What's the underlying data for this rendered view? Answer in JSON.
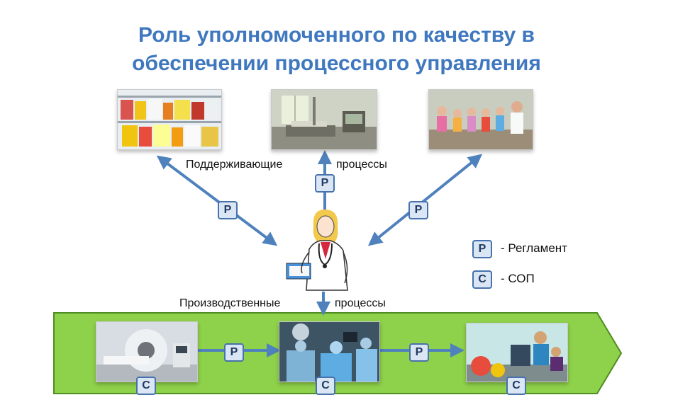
{
  "title": {
    "line1": "Роль уполномоченного по качеству в",
    "line2": "обеспечении процессного управления"
  },
  "labels": {
    "support_word1": "Поддерживающие",
    "support_word2": "процессы",
    "production_word1": "Производственные",
    "production_word2": "процессы"
  },
  "badges": {
    "regulation": "Р",
    "sop": "С"
  },
  "legend": {
    "regulation_text": "- Регламент",
    "sop_text": "- СОП"
  },
  "colors": {
    "title": "#3f78bf",
    "arrow": "#4f81bd",
    "band_fill": "#8ed14a",
    "band_border": "#4f8c22",
    "badge_fill": "#dbe6f4",
    "badge_border": "#4672ad"
  }
}
